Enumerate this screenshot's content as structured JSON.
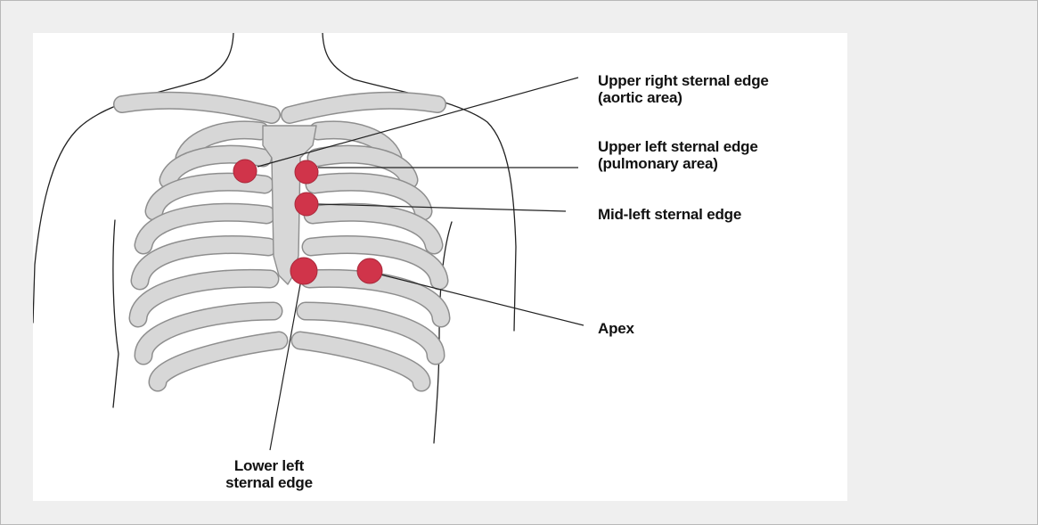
{
  "diagram": {
    "labels": {
      "upper_right": [
        "Upper right sternal edge",
        "(aortic area)"
      ],
      "upper_left": [
        "Upper left sternal edge",
        "(pulmonary area)"
      ],
      "mid_left": [
        "Mid-left sternal edge"
      ],
      "apex": [
        "Apex"
      ],
      "lower_left": [
        "Lower left",
        "sternal edge"
      ]
    },
    "colors": {
      "marker": "#d0344a",
      "bone": "#d7d7d7",
      "bone_outline": "#8e8e8e",
      "body_outline": "#222222",
      "leader_line": "#222222"
    }
  }
}
